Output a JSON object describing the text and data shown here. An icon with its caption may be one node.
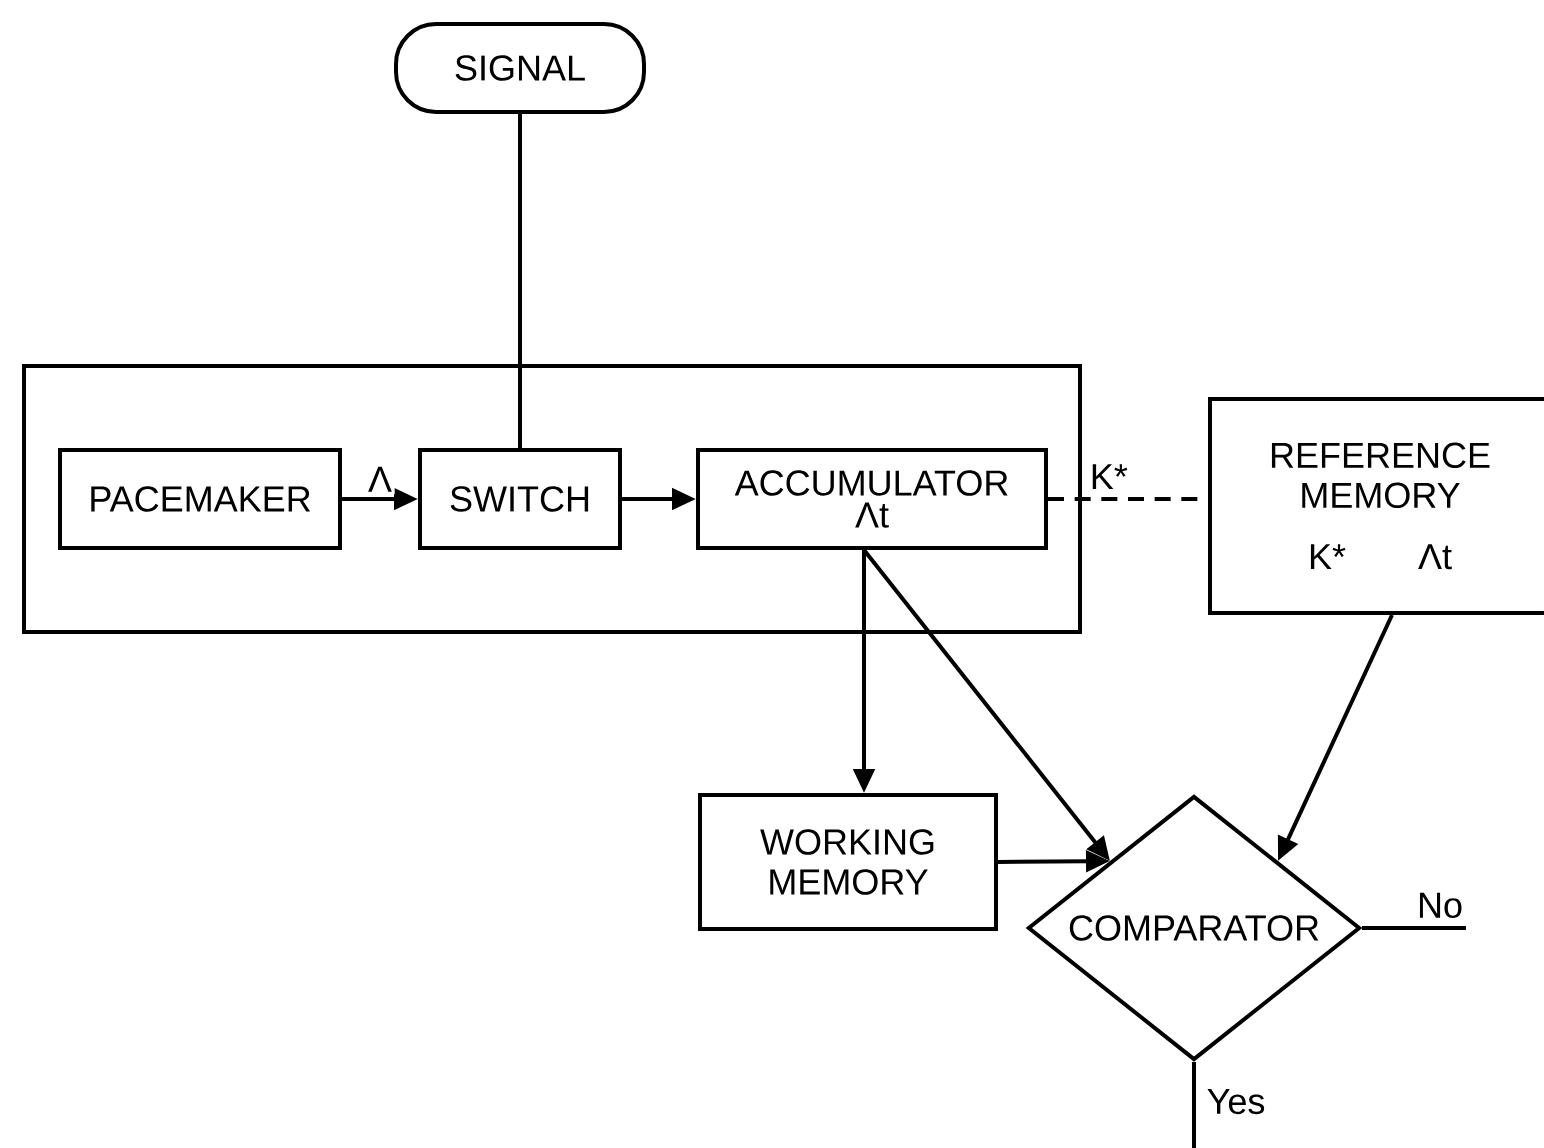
{
  "diagram": {
    "nodes": [
      {
        "text": [
          "SIGNAL"
        ]
      },
      {
        "text": [],
        "shape": "box"
      },
      {
        "text": [
          "PACEMAKER"
        ],
        "in": 1
      },
      {
        "text": [
          "SWITCH"
        ],
        "in": 1
      },
      {
        "text": [
          "ACCUMULATOR",
          "Λt"
        ],
        "in": 1
      },
      {
        "text": [
          "REFERENCE MEMORY",
          "K*",
          "Λt"
        ]
      },
      {
        "text": [
          "WORKING MEMORY"
        ]
      },
      {
        "text": [
          "COMPARATOR"
        ]
      }
    ],
    "edges": [
      {
        "from": 0,
        "to": 3,
        "arrow": "none"
      },
      {
        "from": 2,
        "to": 3,
        "arrow": "to",
        "label": "Λ"
      },
      {
        "from": 3,
        "to": 4,
        "arrow": "to"
      },
      {
        "from": 4,
        "to": 5,
        "arrow": "none",
        "style": "dashed",
        "label": "K*"
      },
      {
        "from": 4,
        "to": 6,
        "arrow": "to"
      },
      {
        "from": 4,
        "to": 7,
        "arrow": "to"
      },
      {
        "from": 6,
        "to": 7,
        "arrow": "to"
      },
      {
        "from": 5,
        "to": 7,
        "arrow": "to"
      },
      {
        "from": 7,
        "to": null,
        "arrow": "none",
        "label": "No"
      },
      {
        "from": 7,
        "to": null,
        "arrow": "none",
        "label": "Yes"
      }
    ]
  }
}
